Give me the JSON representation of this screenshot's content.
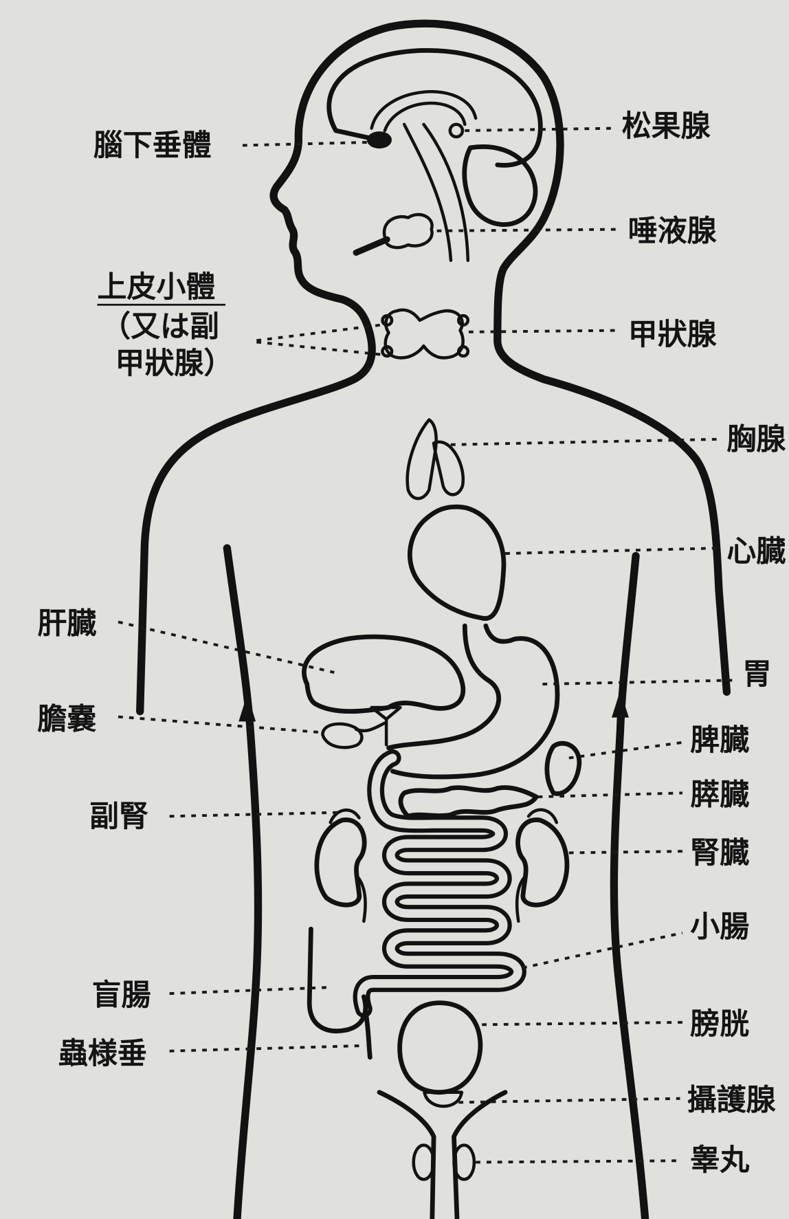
{
  "labels": {
    "pituitary": "腦下垂體",
    "pineal": "松果腺",
    "salivary": "唾液腺",
    "parathyroid": "上皮小體",
    "parathyroid_note_1": "（又は副",
    "parathyroid_note_2": "甲狀腺）",
    "thyroid": "甲狀腺",
    "thymus": "胸腺",
    "heart": "心臓",
    "liver": "肝臓",
    "gallbladder": "膽嚢",
    "adrenal": "副腎",
    "stomach": "胃",
    "spleen": "脾臓",
    "pancreas": "膵臓",
    "kidney": "腎臓",
    "small_intestine": "小腸",
    "cecum": "盲腸",
    "appendix": "蟲様垂",
    "bladder": "膀胱",
    "prostate": "攝護腺",
    "testis": "睾丸"
  },
  "colors": {
    "ink": "#121212",
    "paper": "#e0e0dd"
  }
}
